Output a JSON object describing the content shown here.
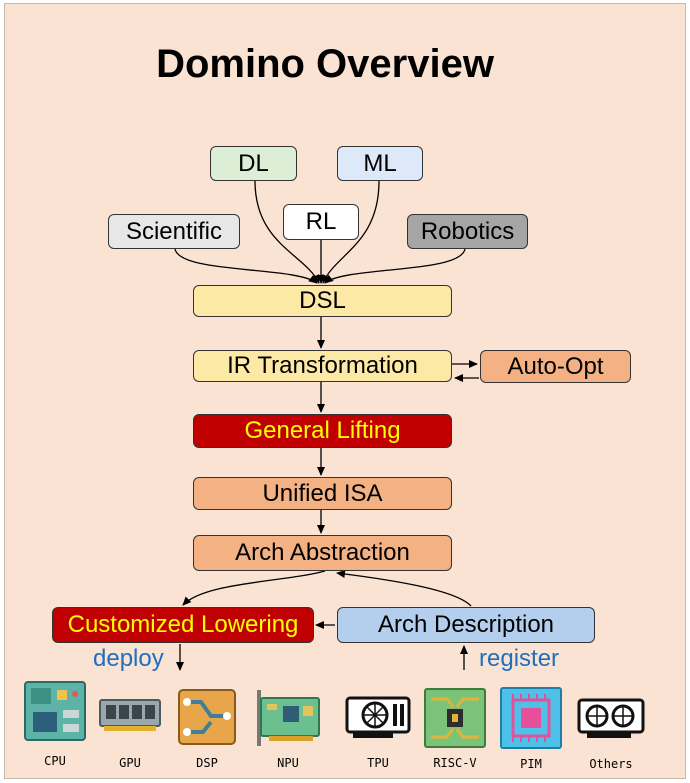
{
  "title": "Domino Overview",
  "domains": {
    "dl": "DL",
    "ml": "ML",
    "rl": "RL",
    "scientific": "Scientific",
    "robotics": "Robotics"
  },
  "pipeline": {
    "dsl": "DSL",
    "ir": "IR Transformation",
    "auto_opt": "Auto-Opt",
    "lifting": "General Lifting",
    "isa": "Unified ISA",
    "arch_abs": "Arch Abstraction",
    "lowering": "Customized Lowering",
    "arch_desc": "Arch Description"
  },
  "labels": {
    "deploy": "deploy",
    "register": "register"
  },
  "hardware": [
    "CPU",
    "GPU",
    "DSP",
    "NPU",
    "TPU",
    "RISC-V",
    "PIM",
    "Others"
  ],
  "colors": {
    "background": "#fbe3d3",
    "yellow": "#fde9a6",
    "orange": "#f4b184",
    "red": "#c00000",
    "highlight_text": "#ffff00",
    "blue": "#b4cfee",
    "label_blue": "#1f6fbf"
  }
}
